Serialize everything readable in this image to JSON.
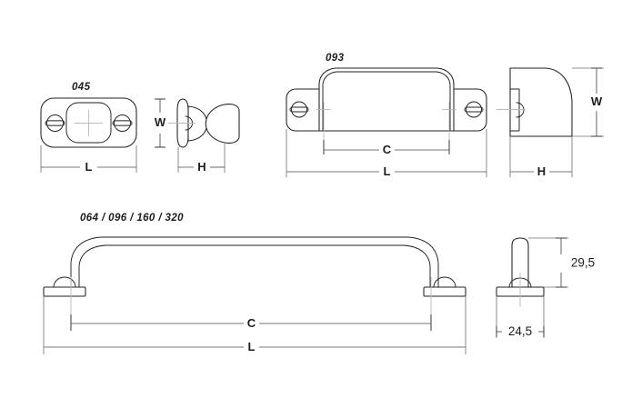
{
  "drawing": {
    "title": "Cabinet hardware dimensioned drawing",
    "background_color": "#ffffff",
    "line_color": "#231f20",
    "dimension_line_color": "#4a4a4a",
    "centerline_color": "#b9b9b9",
    "units_note": ""
  },
  "views": {
    "knob_front": {
      "part_label": "045",
      "name": "Knob rectangular backplate front view",
      "dimensions": {
        "length": "L"
      }
    },
    "knob_side": {
      "name": "Knob side elevation",
      "dimensions": {
        "width": "W",
        "projection": "H"
      }
    },
    "bin_pull_front": {
      "part_label": "093",
      "name": "Bin pull front view",
      "dimensions": {
        "centers": "C",
        "length": "L"
      }
    },
    "bin_pull_side": {
      "name": "Bin pull side elevation",
      "dimensions": {
        "width": "W",
        "projection": "H"
      }
    },
    "bow_handle_front": {
      "part_label": "064 / 096 / 160 / 320",
      "name": "Bow handle front view",
      "dimensions": {
        "centers": "C",
        "length": "L"
      }
    },
    "bow_handle_side": {
      "name": "Bow handle side elevation",
      "dimensions": {
        "height": "29,5",
        "base_width": "24,5"
      }
    }
  },
  "labels": {
    "knob_part": "045",
    "knob_L": "L",
    "knob_W": "W",
    "knob_H": "H",
    "bin_part": "093",
    "bin_C": "C",
    "bin_L": "L",
    "bin_W": "W",
    "bin_H": "H",
    "handle_part": "064 / 096 / 160 / 320",
    "handle_C": "C",
    "handle_L": "L",
    "handle_height": "29,5",
    "handle_base": "24,5"
  }
}
